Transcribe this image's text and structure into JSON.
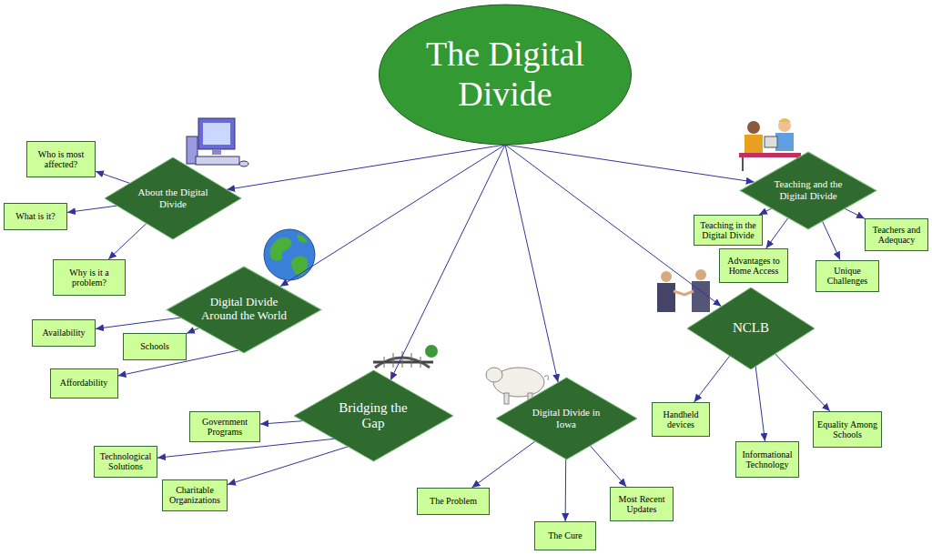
{
  "diagram": {
    "nodes": [
      {
        "text": [
          "The Digital Divide"
        ]
      },
      {
        "text": [
          "About the Digital Divide"
        ]
      },
      {
        "text": [
          "Who is most affected?"
        ]
      },
      {
        "text": [
          "What is it?"
        ]
      },
      {
        "text": [
          "Why is it a problem?"
        ]
      },
      {
        "text": [
          "Digital Divide Around the World"
        ]
      },
      {
        "text": [
          "Availability"
        ]
      },
      {
        "text": [
          "Schools"
        ]
      },
      {
        "text": [
          "Affordability"
        ]
      },
      {
        "text": [
          "Bridging the Gap"
        ]
      },
      {
        "text": [
          "Government Programs"
        ]
      },
      {
        "text": [
          "Technological Solutions"
        ]
      },
      {
        "text": [
          "Charitable Organizations"
        ]
      },
      {
        "text": [
          "Digital Divide in Iowa"
        ]
      },
      {
        "text": [
          "The Problem"
        ]
      },
      {
        "text": [
          "The Cure"
        ]
      },
      {
        "text": [
          "Most Recent Updates"
        ]
      },
      {
        "text": [
          "NCLB"
        ]
      },
      {
        "text": [
          "Handheld devices"
        ]
      },
      {
        "text": [
          "Informational Technology"
        ]
      },
      {
        "text": [
          "Equality Among Schools"
        ]
      },
      {
        "text": [
          "Teaching and the Digital Divide"
        ]
      },
      {
        "text": [
          "Teaching in the Digital Divide"
        ]
      },
      {
        "text": [
          "Advantages to Home Access"
        ]
      },
      {
        "text": [
          "Teachers and Adequacy"
        ]
      },
      {
        "text": [
          "Unique Challenges"
        ]
      }
    ],
    "edges": [
      {
        "from": 0,
        "to": 1,
        "arrow": "to"
      },
      {
        "from": 0,
        "to": 5,
        "arrow": "to"
      },
      {
        "from": 0,
        "to": 9,
        "arrow": "to"
      },
      {
        "from": 0,
        "to": 13,
        "arrow": "to"
      },
      {
        "from": 0,
        "to": 17,
        "arrow": "to"
      },
      {
        "from": 0,
        "to": 21,
        "arrow": "to"
      },
      {
        "from": 1,
        "to": 2,
        "arrow": "to"
      },
      {
        "from": 1,
        "to": 3,
        "arrow": "to"
      },
      {
        "from": 1,
        "to": 4,
        "arrow": "to"
      },
      {
        "from": 5,
        "to": 6,
        "arrow": "to"
      },
      {
        "from": 5,
        "to": 7,
        "arrow": "to"
      },
      {
        "from": 5,
        "to": 8,
        "arrow": "to"
      },
      {
        "from": 9,
        "to": 10,
        "arrow": "to"
      },
      {
        "from": 9,
        "to": 11,
        "arrow": "to"
      },
      {
        "from": 9,
        "to": 12,
        "arrow": "to"
      },
      {
        "from": 13,
        "to": 14,
        "arrow": "to"
      },
      {
        "from": 13,
        "to": 15,
        "arrow": "to"
      },
      {
        "from": 13,
        "to": 16,
        "arrow": "to"
      },
      {
        "from": 17,
        "to": 18,
        "arrow": "to"
      },
      {
        "from": 17,
        "to": 19,
        "arrow": "to"
      },
      {
        "from": 17,
        "to": 20,
        "arrow": "to"
      },
      {
        "from": 21,
        "to": 22,
        "arrow": "to"
      },
      {
        "from": 21,
        "to": 23,
        "arrow": "to"
      },
      {
        "from": 21,
        "to": 24,
        "arrow": "to"
      },
      {
        "from": 21,
        "to": 25,
        "arrow": "to"
      }
    ]
  }
}
